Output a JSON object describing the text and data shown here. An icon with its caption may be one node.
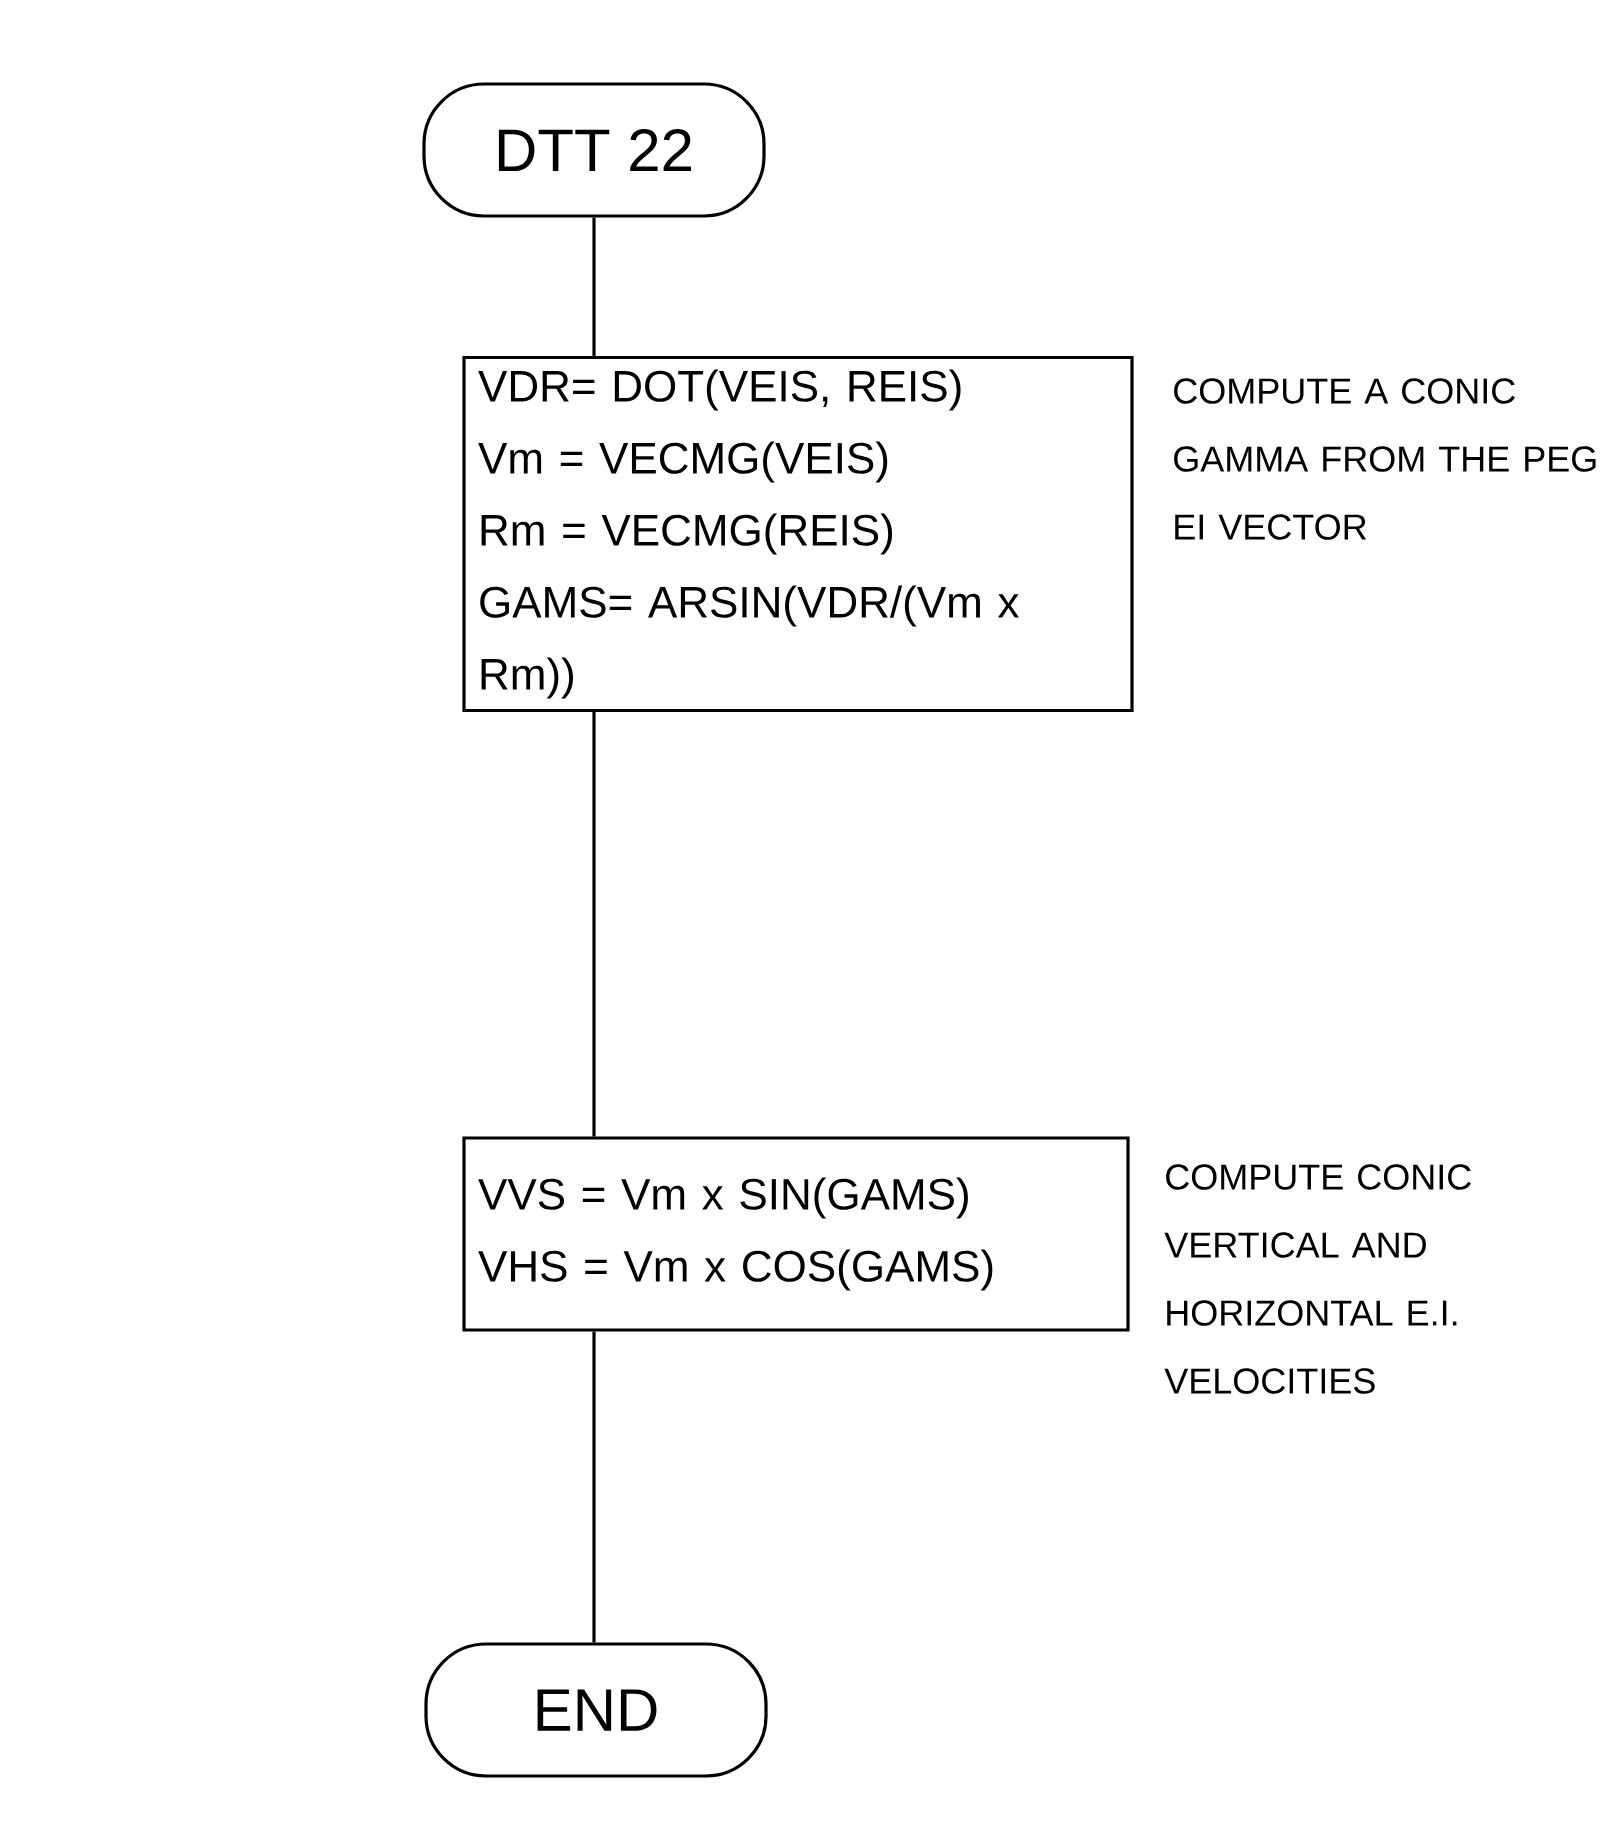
{
  "diagram": {
    "nodes": [
      {
        "text": [
          "DTT 22"
        ]
      },
      {
        "text": [
          "VDR= DOT(VEIS, REIS)",
          "Vm = VECMG(VEIS)",
          "Rm = VECMG(REIS)",
          "GAMS= ARSIN(VDR/(Vm x Rm))"
        ],
        "beside": [
          "COMPUTE A CONIC GAMMA FROM THE PEG EI VECTOR"
        ]
      },
      {
        "text": [
          "VVS = Vm x SIN(GAMS)",
          "VHS = Vm x COS(GAMS)"
        ],
        "beside": [
          "COMPUTE CONIC VERTICAL AND HORIZONTAL E.I. VELOCITIES"
        ]
      },
      {
        "text": [
          "END"
        ]
      }
    ],
    "edges": [
      {
        "from": 0,
        "to": 1,
        "arrow": "none"
      },
      {
        "from": 1,
        "to": 2,
        "arrow": "none"
      },
      {
        "from": 2,
        "to": 3,
        "arrow": "none"
      }
    ]
  }
}
